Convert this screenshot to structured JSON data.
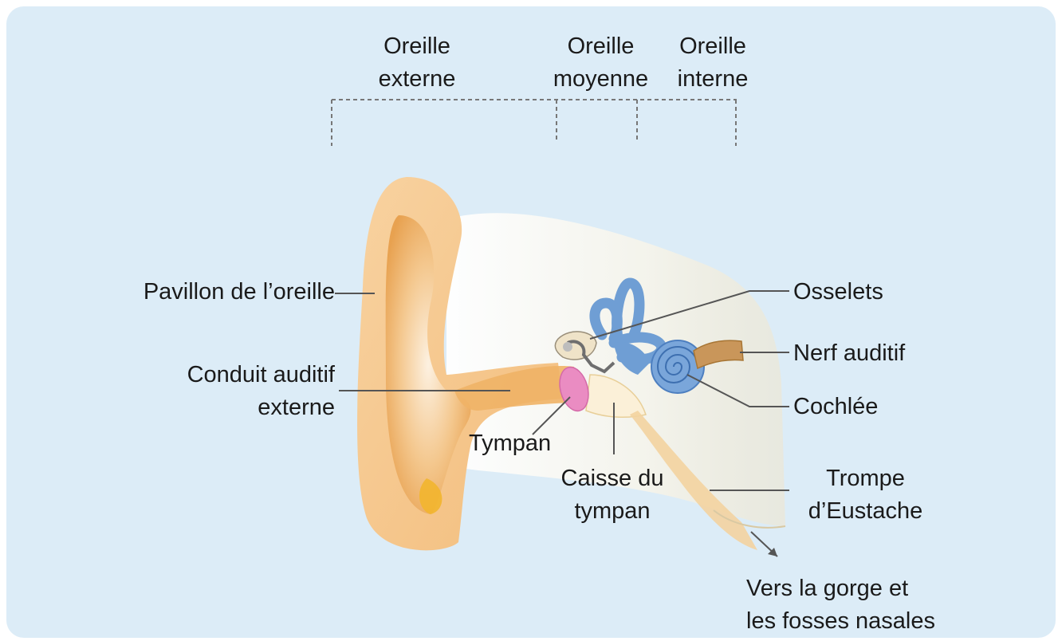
{
  "sections": {
    "outer": [
      "Oreille",
      "externe"
    ],
    "middle": [
      "Oreille",
      "moyenne"
    ],
    "inner": [
      "Oreille",
      "interne"
    ]
  },
  "labels": {
    "pavillon": "Pavillon de l’oreille",
    "conduit": [
      "Conduit auditif",
      "externe"
    ],
    "tympan": "Tympan",
    "caisse": [
      "Caisse du",
      "tympan"
    ],
    "osselets": "Osselets",
    "nerf": "Nerf auditif",
    "cochlee": "Cochlée",
    "trompe": [
      "Trompe",
      "d’Eustache"
    ],
    "gorge": [
      "Vers la gorge et",
      "les fosses nasales"
    ]
  },
  "colors": {
    "background": "#dcecf7",
    "ear_skin": "#f5c891",
    "ear_shadow": "#e9a24f",
    "inner_ear": "#6f9ed4",
    "eardrum": "#e98ac0",
    "nerve": "#c49457",
    "leader_line": "#555555"
  }
}
